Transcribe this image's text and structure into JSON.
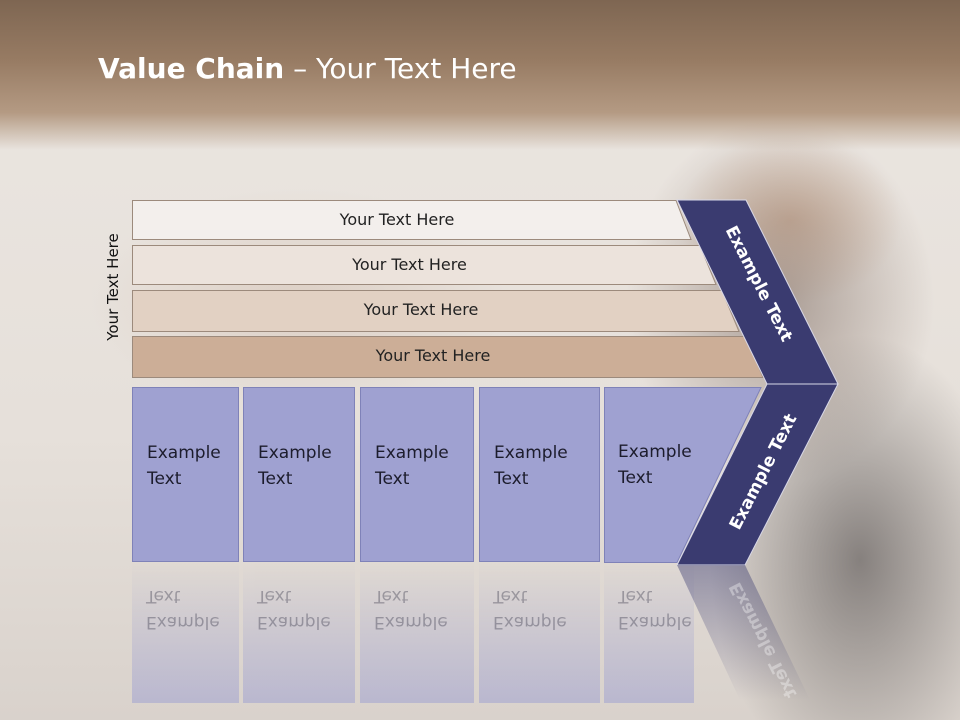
{
  "title": {
    "bold": "Value Chain",
    "rest": " – Your Text Here"
  },
  "side_label": "Your Text Here",
  "rows": [
    {
      "label": "Your Text Here",
      "color": "#f3efec"
    },
    {
      "label": "Your Text Here",
      "color": "#ece3dc"
    },
    {
      "label": "Your Text Here",
      "color": "#e2d1c3"
    },
    {
      "label": "Your Text Here",
      "color": "#ccae97"
    }
  ],
  "columns": [
    {
      "line1": "Example",
      "line2": "Text"
    },
    {
      "line1": "Example",
      "line2": "Text"
    },
    {
      "line1": "Example",
      "line2": "Text"
    },
    {
      "line1": "Example",
      "line2": "Text"
    },
    {
      "line1": "Example",
      "line2": "Text"
    }
  ],
  "chevron": {
    "upper_label": "Example Text",
    "lower_label": "Example Text",
    "color": "#3a3b70"
  },
  "colors": {
    "column_fill": "#9fa1d1",
    "chevron": "#3a3b70"
  }
}
